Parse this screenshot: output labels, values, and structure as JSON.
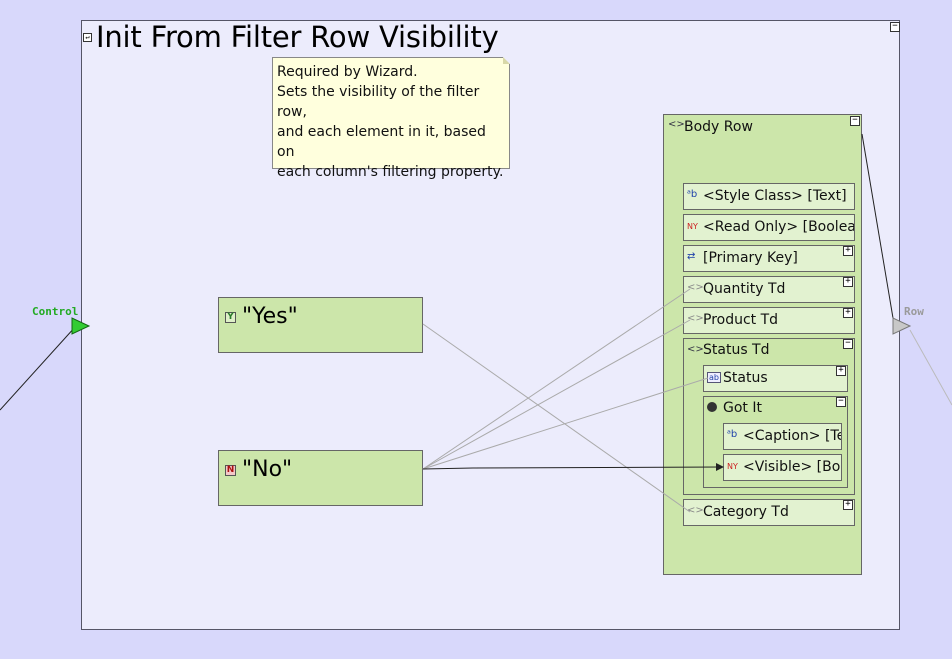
{
  "frame": {
    "title": "Init From Filter Row Visibility"
  },
  "note": {
    "lines": [
      "Required by Wizard.",
      "Sets the visibility of the filter row,",
      "and each element in it, based on",
      "each column's filtering property."
    ]
  },
  "constants": {
    "yes": {
      "icon": "Y",
      "value": "\"Yes\""
    },
    "no": {
      "icon": "N",
      "value": "\"No\""
    }
  },
  "ports": {
    "control": "Control",
    "row": "Row"
  },
  "body_row": {
    "label": "Body Row",
    "items": {
      "style_class": "<Style Class> [Text]",
      "read_only": "<Read Only> [Boolean]",
      "primary_key": "[Primary Key]",
      "quantity_td": "Quantity Td",
      "product_td": "Product Td",
      "status_td": "Status Td",
      "status": "Status",
      "got_it": "Got It",
      "caption": "<Caption> [Text]",
      "visible": "<Visible> [Boolean]",
      "category_td": "Category Td"
    }
  },
  "icons": {
    "collapse": "−",
    "expand": "+",
    "text_attr": "ᵃb",
    "bool_attr": "NY",
    "element": "<>",
    "key": "⇄"
  }
}
